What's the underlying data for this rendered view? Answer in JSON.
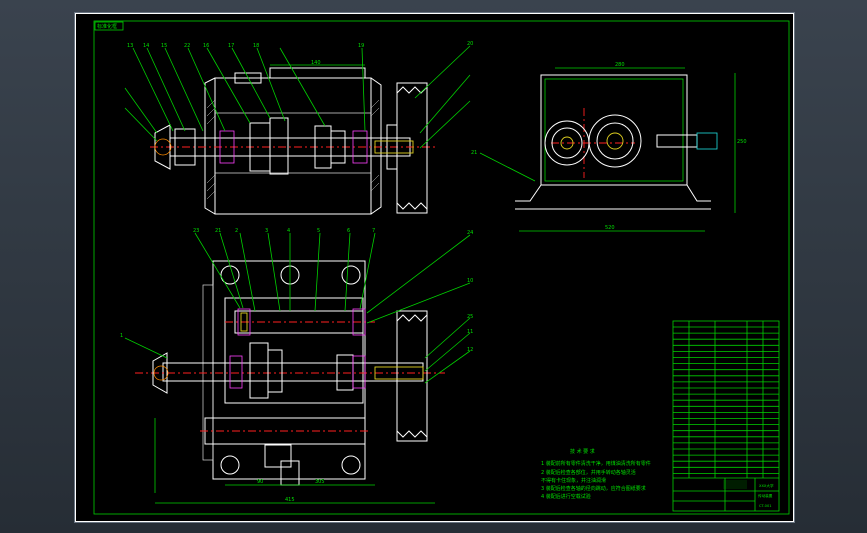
{
  "sheet": {
    "tag_label": "标准化框",
    "tech_req": {
      "title": "技 术 要 求",
      "lines": [
        "1 装配前所有零件清洗干净，用煤油清洗所有零件",
        "2 装配后检查各部位，并用手转动各轴灵活",
        "不得有卡住现象，并注油润滑",
        "3 装配后检查各轴的径向跳动，应符合图纸要求",
        "4 装配后进行空载试验"
      ]
    },
    "dims_top": {
      "width": "140"
    },
    "dims_side": {
      "top": "280",
      "bottom": "520",
      "height": "250"
    },
    "dims_bottom": {
      "left": "90",
      "mid": "305",
      "overall": "415"
    },
    "top_labels": [
      "13",
      "14",
      "15",
      "22",
      "16",
      "17",
      "18",
      "19",
      "20"
    ],
    "title_block": {
      "name": "传动装置",
      "code": "CT-001",
      "company": "XXX大学"
    }
  }
}
